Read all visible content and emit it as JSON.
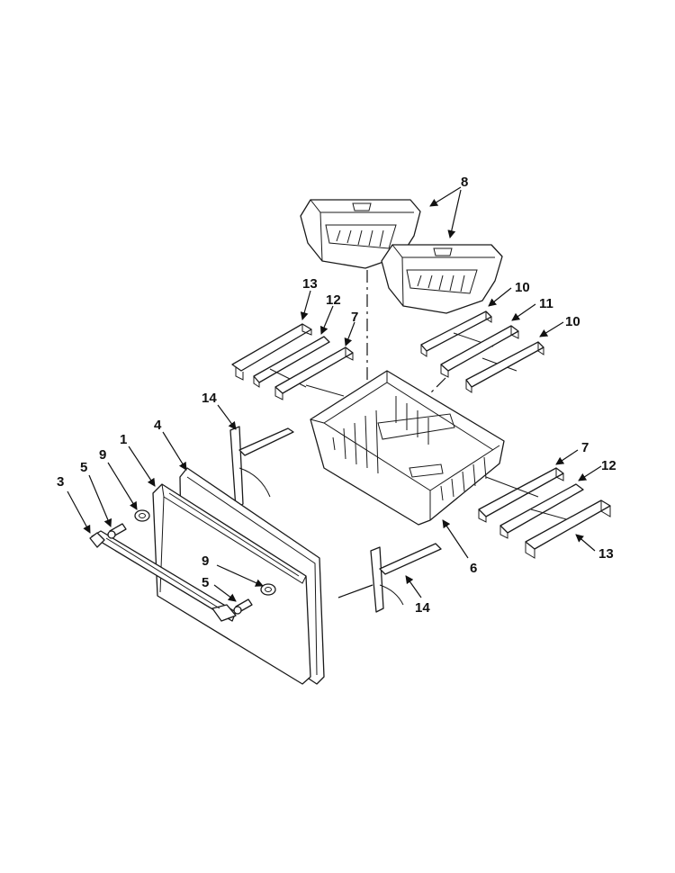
{
  "callouts": {
    "c1": "1",
    "c3": "3",
    "c4": "4",
    "c5a": "5",
    "c5b": "5",
    "c6": "6",
    "c7a": "7",
    "c7b": "7",
    "c8": "8",
    "c9a": "9",
    "c9b": "9",
    "c10a": "10",
    "c10b": "10",
    "c11": "11",
    "c12a": "12",
    "c12b": "12",
    "c13a": "13",
    "c13b": "13",
    "c14a": "14",
    "c14b": "14"
  }
}
